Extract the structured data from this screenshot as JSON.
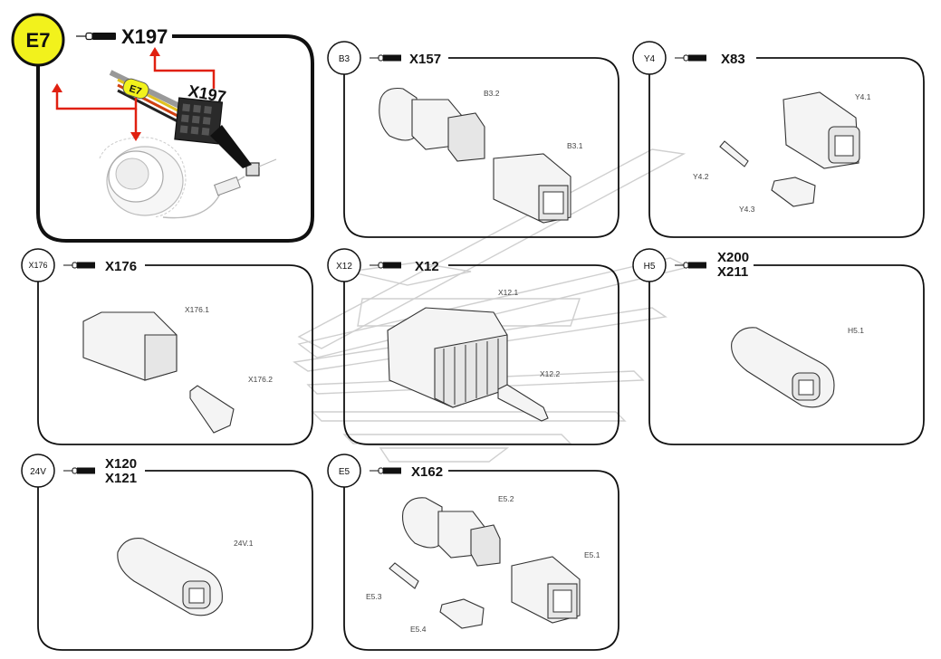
{
  "main_panel": {
    "badge": "E7",
    "connector": "X197",
    "image_connector_label": "X197",
    "image_tag": "E7"
  },
  "panels": {
    "b3": {
      "badge": "B3",
      "connector": "X157",
      "parts": [
        "B3.2",
        "B3.1"
      ]
    },
    "y4": {
      "badge": "Y4",
      "connector": "X83",
      "parts": [
        "Y4.1",
        "Y4.2",
        "Y4.3"
      ]
    },
    "x176": {
      "badge": "X176",
      "connector": "X176",
      "parts": [
        "X176.1",
        "X176.2"
      ]
    },
    "x12": {
      "badge": "X12",
      "connector": "X12",
      "parts": [
        "X12.1",
        "X12.2"
      ]
    },
    "h5": {
      "badge": "H5",
      "connector": "X200",
      "connector2": "X211",
      "parts": [
        "H5.1"
      ]
    },
    "v24": {
      "badge": "24V",
      "connector": "X120",
      "connector2": "X121",
      "parts": [
        "24V.1"
      ]
    },
    "e5": {
      "badge": "E5",
      "connector": "X162",
      "parts": [
        "E5.2",
        "E5.1",
        "E5.3",
        "E5.4"
      ]
    }
  },
  "colors": {
    "highlight_yellow": "#f2f21c",
    "arrow_red": "#e02010",
    "outline": "#111111"
  }
}
